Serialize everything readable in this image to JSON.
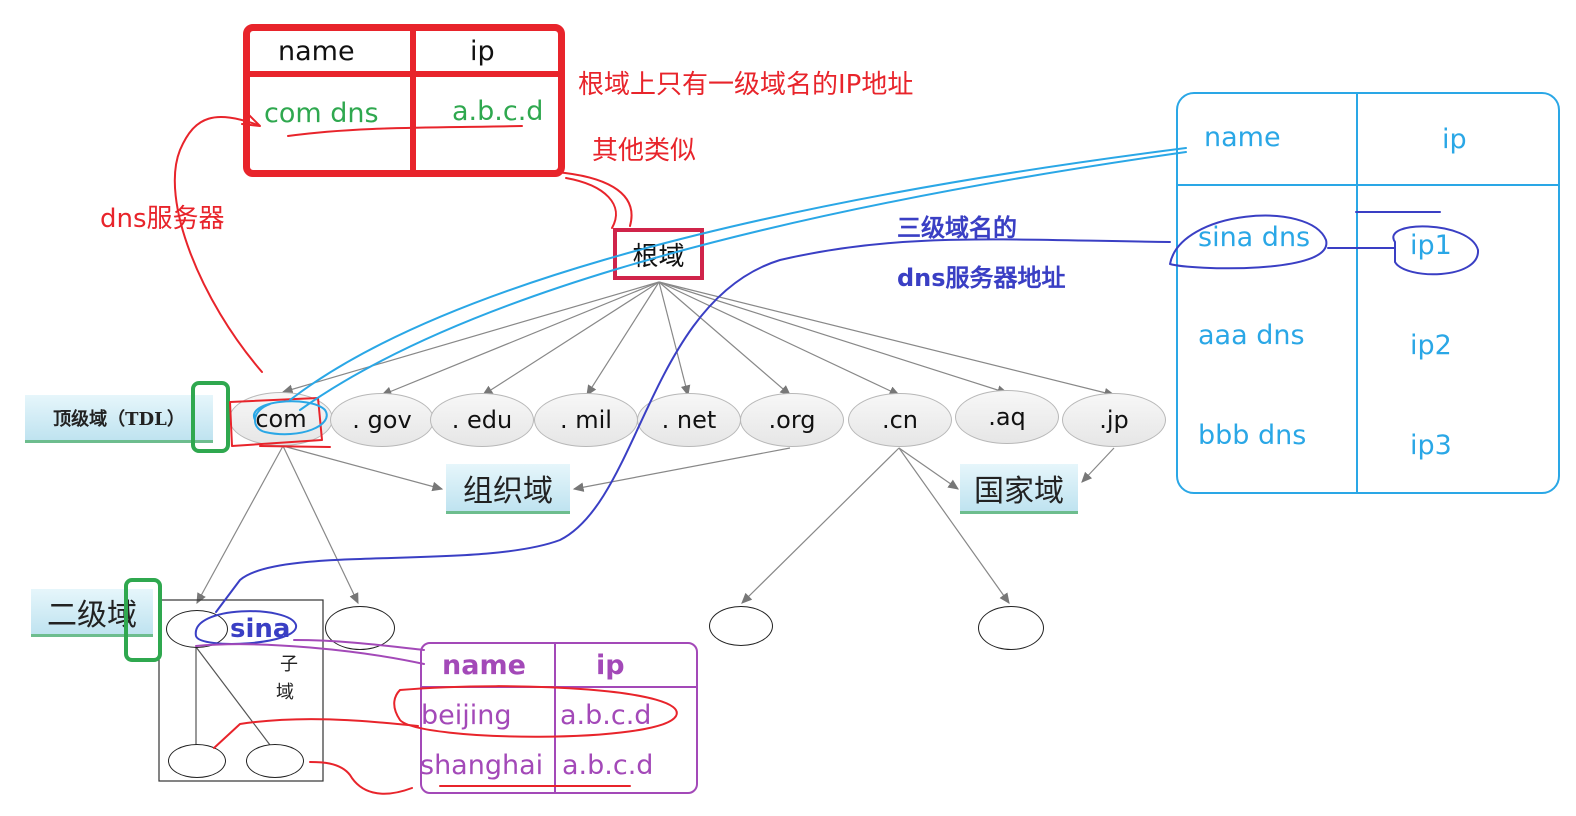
{
  "root_table": {
    "header_name": "name",
    "header_ip": "ip",
    "row_name": "com dns",
    "row_ip": "a.b.c.d"
  },
  "annotations": {
    "root_note": "根域上只有一级域名的IP地址",
    "other_note": "其他类似",
    "dns_server": "dns服务器",
    "third_level_1": "三级域名的",
    "third_level_2": "dns服务器地址",
    "sub_domain_1": "子",
    "sub_domain_2": "域"
  },
  "root_node": "根域",
  "tld_label": "顶级域（TDL）",
  "tld_nodes": [
    "com",
    ". gov",
    ". edu",
    ". mil",
    ". net",
    ".org",
    ".cn",
    ".aq",
    ".jp"
  ],
  "org_domain_label": "组织域",
  "country_domain_label": "国家域",
  "second_level_label": "二级域",
  "sina_label": "sina",
  "com_table": {
    "header_name": "name",
    "header_ip": "ip",
    "rows": [
      {
        "name": "sina dns",
        "ip": "ip1"
      },
      {
        "name": "aaa dns",
        "ip": "ip2"
      },
      {
        "name": "bbb dns",
        "ip": "ip3"
      }
    ]
  },
  "sina_table": {
    "header_name": "name",
    "header_ip": "ip",
    "rows": [
      {
        "name": "beijing",
        "ip": "a.b.c.d"
      },
      {
        "name": "shanghai",
        "ip": "a.b.c.d"
      }
    ]
  },
  "colors": {
    "red": "#e8242b",
    "green": "#2fa84f",
    "blue": "#2aa7e6",
    "navy": "#3a3fc4",
    "purple": "#a349b8"
  }
}
